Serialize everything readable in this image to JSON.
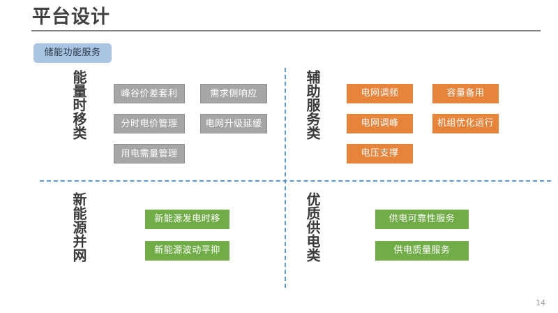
{
  "slide": {
    "title": "平台设计",
    "badge_label": "储能功能服务",
    "page_number": "14"
  },
  "colors": {
    "title_text": "#404040",
    "title_rule": "#808080",
    "badge_bg": "#a9c5e3",
    "divider": "#5b9bd5",
    "gray_box": "#a6a6a6",
    "orange_box": "#e8833a",
    "green_box": "#70ad47"
  },
  "quadrants": [
    {
      "key": "energy-time-shift",
      "label": "能量时移类",
      "style": "gray",
      "columns": [
        {
          "items": [
            "峰谷价差套利",
            "分时电价管理",
            "用电需量管理"
          ]
        },
        {
          "items": [
            "需求侧响应",
            "电网升级延缓"
          ]
        }
      ]
    },
    {
      "key": "ancillary-service",
      "label": "辅助服务类",
      "style": "orange",
      "columns": [
        {
          "items": [
            "电网调频",
            "电网调峰",
            "电压支撑"
          ]
        },
        {
          "items": [
            "容量备用",
            "机组优化运行"
          ]
        }
      ]
    },
    {
      "key": "new-energy-grid",
      "label": "新能源并网",
      "style": "green",
      "columns": [
        {
          "items": [
            "新能源发电时移",
            "新能源波动平抑"
          ]
        }
      ]
    },
    {
      "key": "quality-power",
      "label": "优质供电类",
      "style": "green",
      "columns": [
        {
          "items": [
            "供电可靠性服务",
            "供电质量服务"
          ]
        }
      ]
    }
  ]
}
